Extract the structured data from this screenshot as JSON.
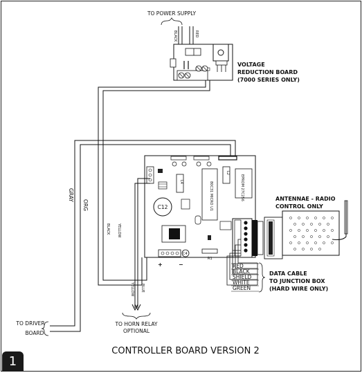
{
  "labels": {
    "power_supply": "TO POWER SUPPLY",
    "wire_black": "BLACK",
    "wire_red": "RED",
    "vrb_line1": "VOLTAGE",
    "vrb_line2": "REDUCTION BOARD",
    "vrb_line3": "(7000 SERIES ONLY)",
    "antenna_line1": "ANTENNAE - RADIO",
    "antenna_line2": "CONTROL ONLY",
    "gray": "GRAY",
    "org": "ORG",
    "black_wire": "BLACK",
    "yellow_wire": "YELLOW",
    "yellow_horn": "YELLOW",
    "blue_horn": "BLUE",
    "horn_line1": "TO HORN RELAY",
    "horn_line2": "OPTIONAL",
    "driver_line1": "TO DRIVER",
    "driver_line2": "BOARD",
    "data_line1": "DATA CABLE",
    "data_line2": "TO JUNCTION BOX",
    "data_line3": "(HARD WIRE ONLY)",
    "caption": "CONTROLLER BOARD VERSION 2",
    "page_number": "1",
    "plus": "+",
    "minus": "−"
  },
  "data_cable_wires": [
    "RED",
    "BLACK",
    "SHIELD",
    "WHITE",
    "GREEN"
  ],
  "board_markings": {
    "c12": "C12",
    "l4": "L4",
    "eprom": "EPROM 27C256",
    "micro": "80C31 MICRO U1",
    "l2": "L2",
    "r1": "R1",
    "c4": "C4"
  }
}
